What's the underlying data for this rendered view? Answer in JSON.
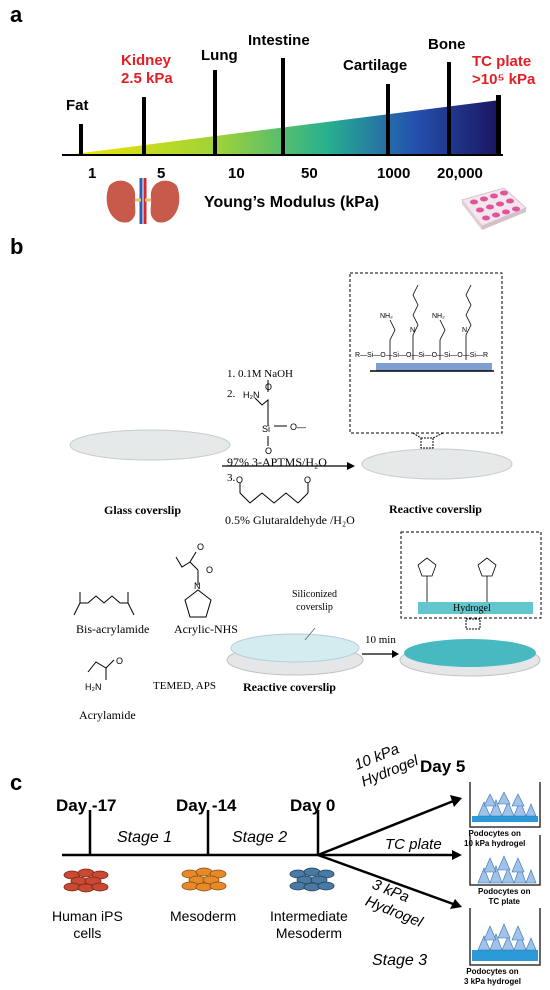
{
  "panel_a": {
    "letter": "a",
    "markers": [
      {
        "name": "Fat",
        "highlight": false
      },
      {
        "name": "Kidney",
        "sub": "2.5 kPa",
        "highlight": true
      },
      {
        "name": "Lung",
        "highlight": false
      },
      {
        "name": "Intestine",
        "highlight": false
      },
      {
        "name": "Cartilage",
        "highlight": false
      },
      {
        "name": "Bone",
        "highlight": false
      },
      {
        "name": "TC plate",
        "sub": ">10⁵ kPa",
        "highlight": true
      }
    ],
    "ticks": [
      "1",
      "5",
      "10",
      "50",
      "1000",
      "20,000"
    ],
    "axis_label": "Young’s Modulus (kPa)",
    "colors": {
      "highlight": "#e31e24",
      "gradient": [
        "#f4e600",
        "#5bbf3a",
        "#2bb5a8",
        "#2a4ab0",
        "#1a1560"
      ]
    }
  },
  "panel_b": {
    "letter": "b",
    "glass_label": "Glass coverslip",
    "reactive_label": "Reactive coverslip",
    "step1": "1. 0.1M NaOH",
    "step2": "2.",
    "step3": "3.",
    "aptms": "97% 3-APTMS/H₂O",
    "glutaraldehyde": "0.5% Glutaraldehyde /H₂O",
    "bis": "Bis-acrylamide",
    "nhs": "Acrylic-NHS",
    "acrylamide": "Acrylamide",
    "catalysts": "TEMED, APS",
    "siliconized": "Siliconized\ncoverslip",
    "reactive_label2": "Reactive coverslip",
    "time": "10 min",
    "hydrogel": "Hydrogel"
  },
  "panel_c": {
    "letter": "c",
    "days": [
      "Day -17",
      "Day -14",
      "Day 0",
      "Day 5"
    ],
    "stages": [
      "Stage 1",
      "Stage 2",
      "Stage 3"
    ],
    "cells": [
      {
        "label": "Human iPS\ncells",
        "color": "#c0392b"
      },
      {
        "label": "Mesoderm",
        "color": "#e07b1a"
      },
      {
        "label": "Intermediate\nMesoderm",
        "color": "#3a6d96"
      }
    ],
    "branches": [
      "10 kPa\nHydrogel",
      "TC plate",
      "3 kPa\nHydrogel"
    ],
    "outcomes": [
      "Podocytes on\n10 kPa hydrogel",
      "Podocytes on\nTC plate",
      "Podocytes on\n3 kPa hydrogel"
    ]
  }
}
